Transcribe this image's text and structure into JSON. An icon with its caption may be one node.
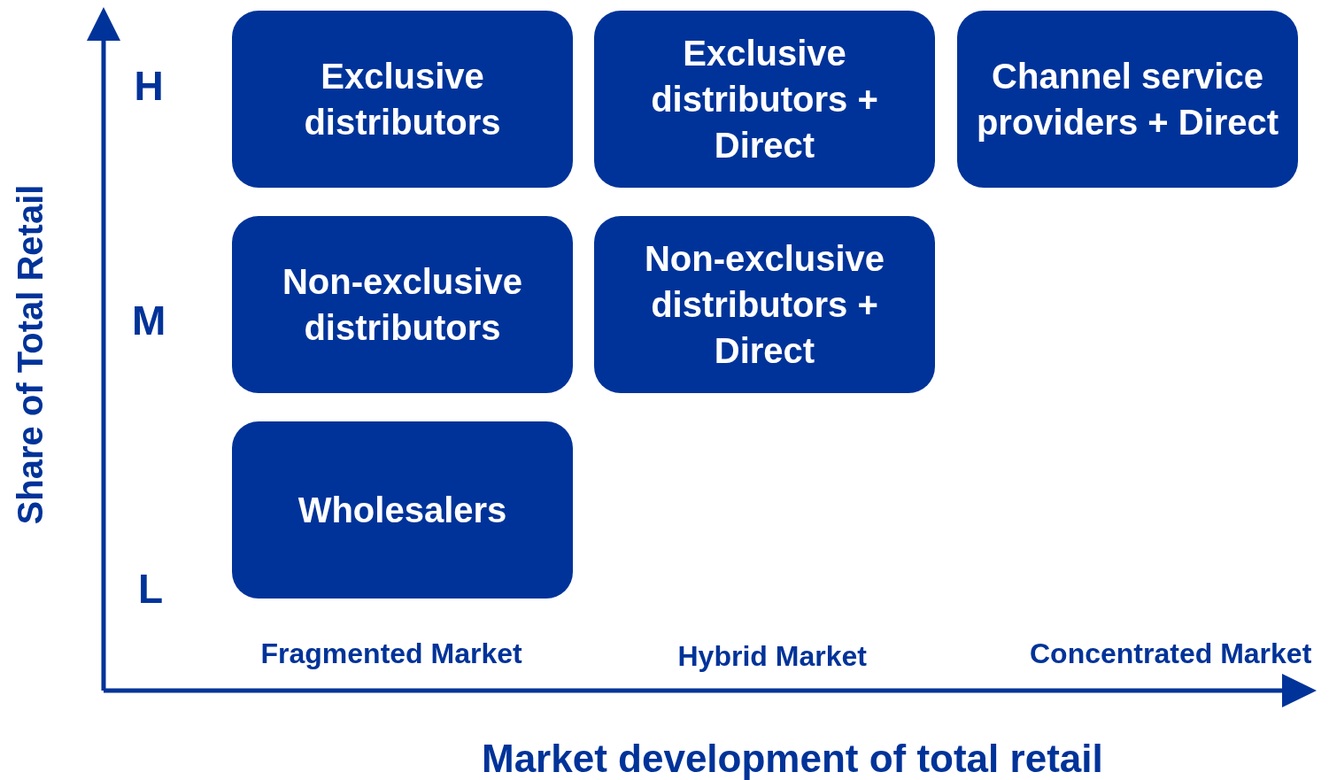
{
  "diagram": {
    "nodes": [
      {
        "text": [
          "Exclusive distributors"
        ]
      },
      {
        "text": [
          "Exclusive distributors + Direct"
        ]
      },
      {
        "text": [
          "Channel service providers + Direct"
        ]
      },
      {
        "text": [
          "Non-exclusive distributors"
        ]
      },
      {
        "text": [
          "Non-exclusive distributors + Direct"
        ]
      },
      {
        "text": [
          "Wholesalers"
        ]
      }
    ],
    "edges": [],
    "labels": [
      "Share of Total Retail",
      "H",
      "M",
      "L",
      "Fragmented Market",
      "Hybrid Market",
      "Concentrated Market",
      "Market development of total retail"
    ]
  }
}
